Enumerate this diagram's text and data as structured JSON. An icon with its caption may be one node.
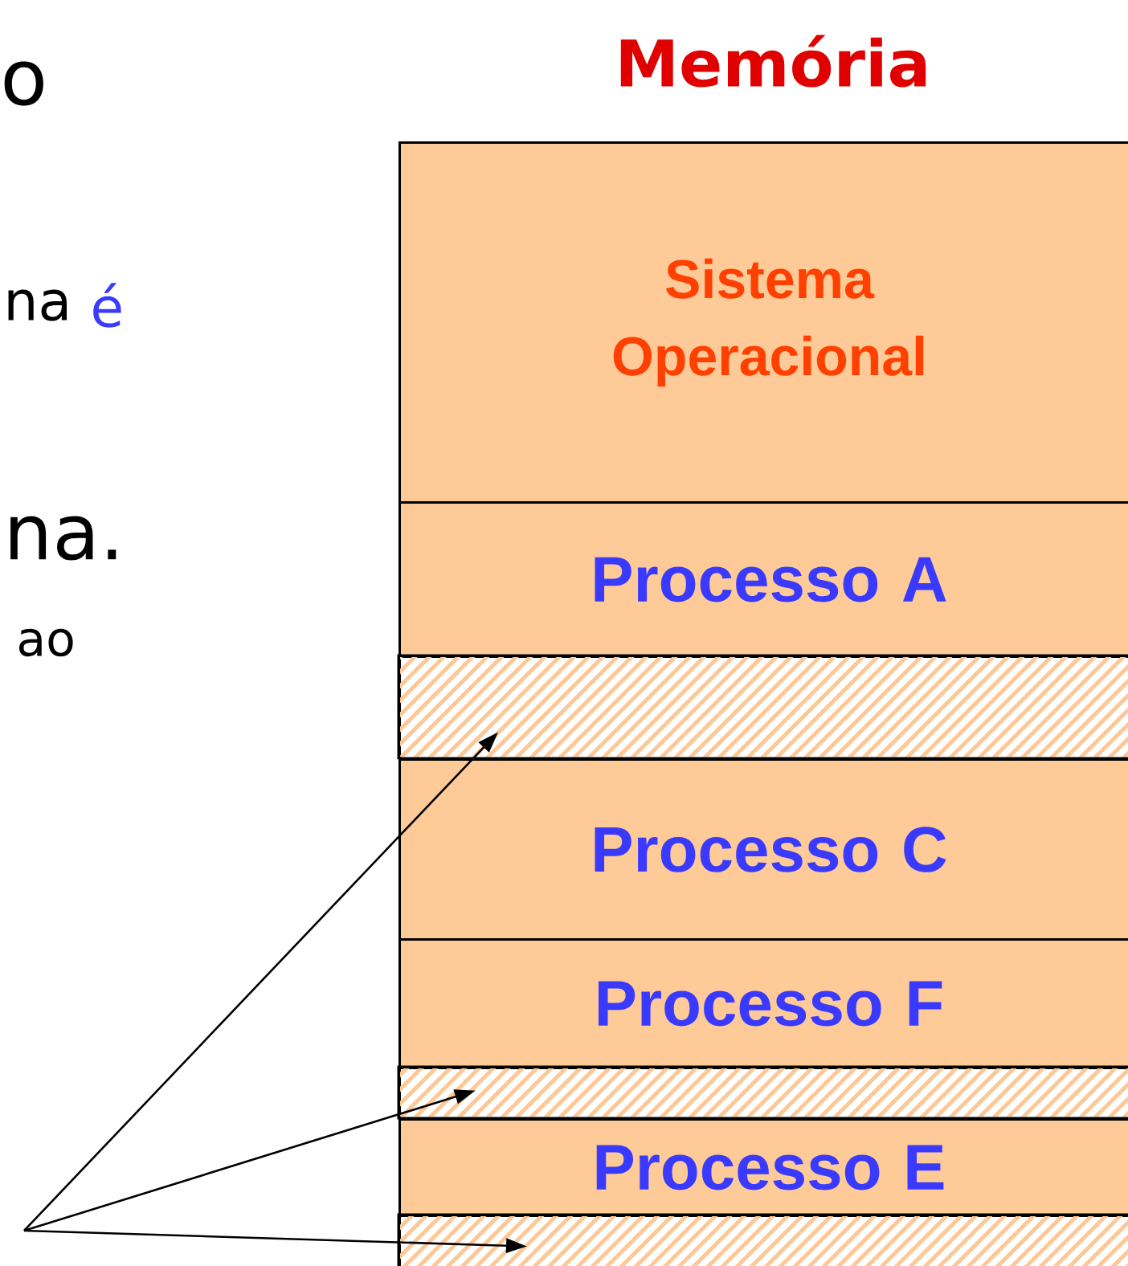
{
  "diagram": {
    "title": "Memória",
    "nodes": [
      {
        "text": [
          "Sistema Operacional"
        ]
      },
      {
        "text": [
          "Processo A"
        ]
      },
      {
        "text": [],
        "shape": "box"
      },
      {
        "text": [
          "Processo C"
        ]
      },
      {
        "text": [
          "Processo F"
        ]
      },
      {
        "text": [],
        "shape": "box"
      },
      {
        "text": [
          "Processo E"
        ]
      },
      {
        "text": [],
        "shape": "box"
      }
    ],
    "edges": [
      {
        "from": null,
        "to": 2,
        "arrow": "to"
      },
      {
        "from": null,
        "to": 5,
        "arrow": "to"
      },
      {
        "from": null,
        "to": 7,
        "arrow": "to"
      }
    ],
    "labels": [
      "o",
      "na",
      "é",
      "na.",
      "ao"
    ]
  }
}
